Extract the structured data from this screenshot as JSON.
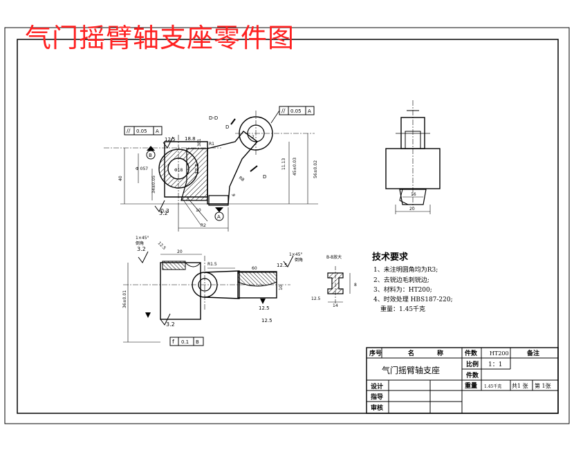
{
  "title": "气门摇臂轴支座零件图",
  "colors": {
    "title": "#ff2020",
    "ink": "#000000",
    "hatch": "#000000"
  },
  "views": {
    "front": {
      "section_label": "D-D",
      "tolerance_top": {
        "symbol": "//",
        "value": "0.05",
        "datum": "A"
      },
      "tolerance_left": {
        "symbol": "//",
        "value": "0.05",
        "datum": "A"
      },
      "datum_b": "B",
      "datum_a": "A",
      "roughness_1": "12.5",
      "roughness_2": "3.2",
      "dims": {
        "d1": "18.8",
        "d2": "381",
        "d3": "Φ18",
        "d4": "Φ 057",
        "d5": "34±0.05",
        "d6": "12.5",
        "d7": "11.13",
        "d8": "56±0.02",
        "d9": "2",
        "d10": "40",
        "d11": "6",
        "d12": "R8",
        "d13": "45±0.03",
        "d14": "10",
        "d15": "0.3",
        "d16": "R1",
        "d17": "R2"
      },
      "cut_letter_1": "D",
      "cut_letter_2": "D"
    },
    "side": {
      "dim_bottom": "20",
      "dim_inner": "16"
    },
    "top": {
      "note_left": "1×45°",
      "note_left_2": "倒角",
      "note_right": "1×45°",
      "note_right_2": "倒角",
      "dims": {
        "t1": "12.5",
        "t2": "3.2",
        "t3": "20",
        "t4": "R1.5",
        "t5": "60",
        "t6": "12.5",
        "t7": "36±0.01",
        "t8": "3.2",
        "t9": "10",
        "t10": "12.5",
        "t11": "12.5"
      },
      "tolerance": {
        "symbol": "f",
        "value": "0.1",
        "datum": "B"
      }
    },
    "section_b": {
      "label": "B-B放大",
      "dim1": "12.5",
      "dim2": "14",
      "dim3": "8"
    }
  },
  "tech_requirements": {
    "heading": "技术要求",
    "items": [
      "1、未注明圆角均为R3;",
      "2、去锐边毛刺锐边;",
      "3、材料为：HT200;",
      "4、时效处理 HBS187-220;"
    ],
    "weight_line": "重量：1.45千克"
  },
  "title_block": {
    "col_no": "序号",
    "col_name_1": "名",
    "col_name_2": "称",
    "col_qty": "件数",
    "material": "HT200",
    "col_remark": "备注",
    "part_name": "气门摇臂轴支座",
    "scale_label": "比例",
    "scale_value": "1：1",
    "pieces_label": "件数",
    "design_label": "设计",
    "guide_label": "指导",
    "review_label": "审核",
    "weight_label": "重量",
    "weight_value": "1.45千克",
    "sheets": "共1 张",
    "sheet_no": "第 1张"
  }
}
